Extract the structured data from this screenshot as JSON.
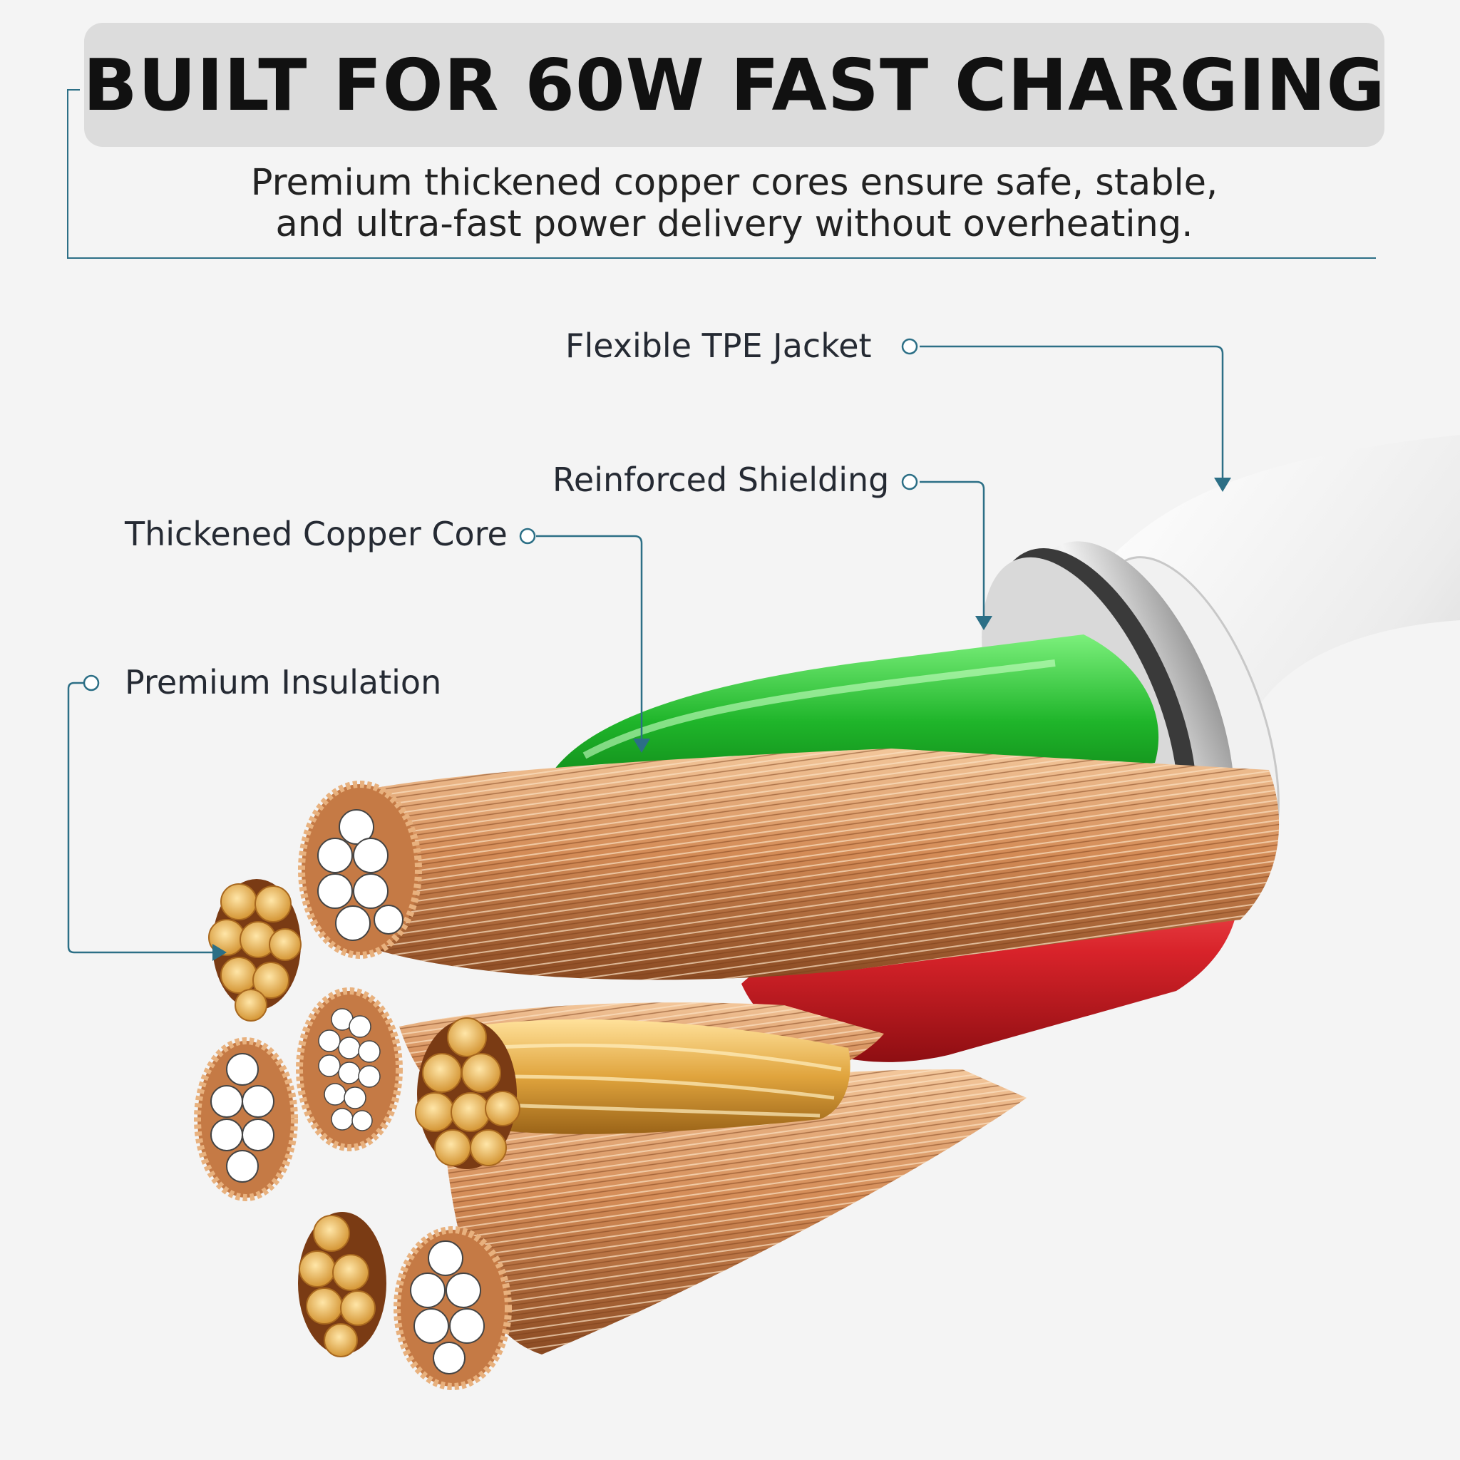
{
  "header": {
    "title": "BUILT FOR 60W FAST CHARGING",
    "subtitle_line1": "Premium thickened copper cores ensure safe, stable,",
    "subtitle_line2": "and ultra-fast power delivery without overheating."
  },
  "callouts": {
    "jacket": "Flexible TPE Jacket",
    "shielding": "Reinforced Shielding",
    "copper_core": "Thickened Copper Core",
    "insulation": "Premium Insulation"
  },
  "colors": {
    "accent_line": "#2c6f86",
    "copper": "#d9955f",
    "red_insulation": "#d8232a",
    "green_insulation": "#26c02f",
    "title_background": "#dcdcdc"
  }
}
